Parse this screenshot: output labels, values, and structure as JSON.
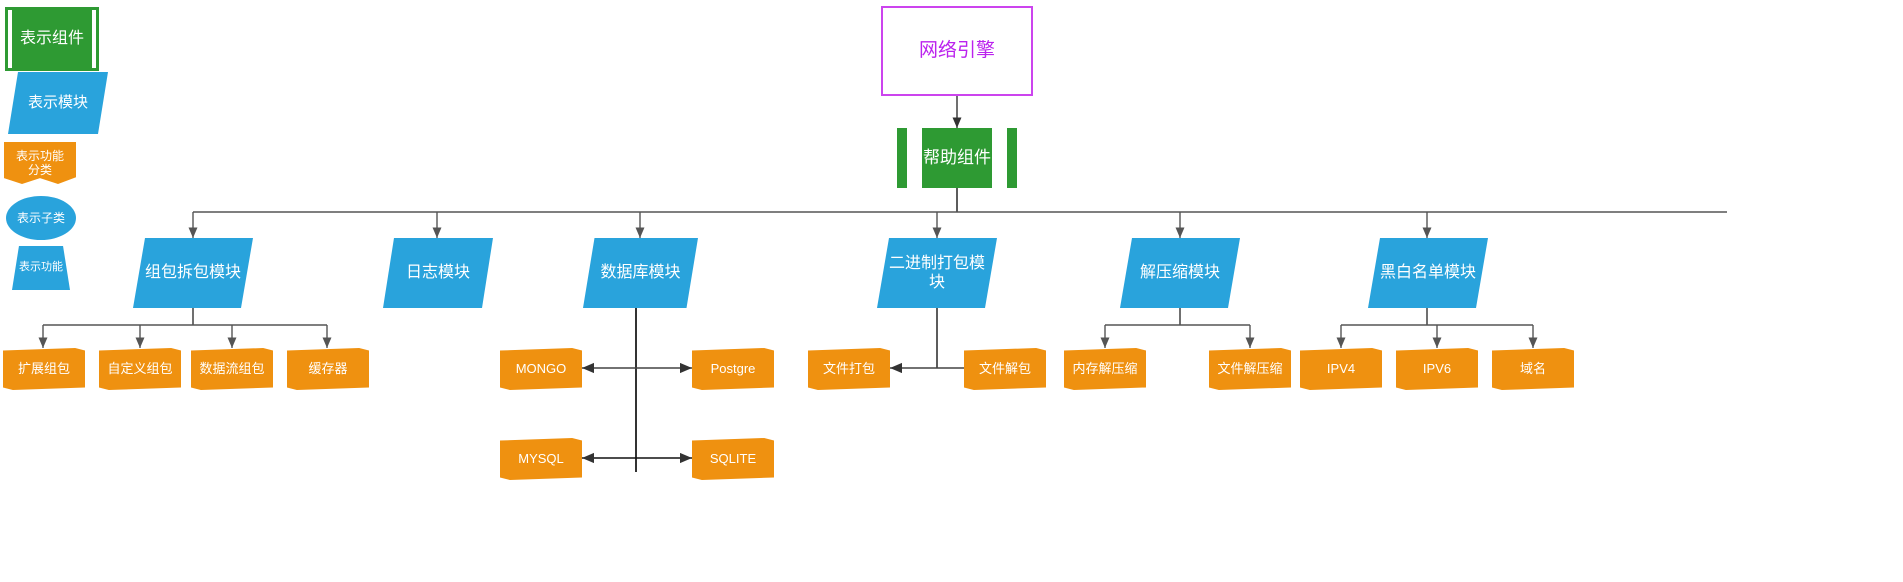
{
  "diagram": {
    "title_node": {
      "label": "网络引擎",
      "color": "#bb22ee",
      "border": "#cc44ee",
      "fill": "#ffffff"
    },
    "root_node": {
      "label": "帮助组件",
      "fill": "#2e9a33"
    },
    "legend": {
      "items": [
        {
          "label": "表示组件",
          "shape": "predefined-process",
          "fill": "#2e9a33"
        },
        {
          "label": "表示模块",
          "shape": "parallelogram",
          "fill": "#29a3dc"
        },
        {
          "label": "表示功能分类",
          "line1": "表示功能",
          "line2": "分类",
          "shape": "document",
          "fill": "#ef9110"
        },
        {
          "label": "表示子类",
          "shape": "ellipse",
          "fill": "#29a3dc"
        },
        {
          "label": "表示功能",
          "shape": "trapezoid",
          "fill": "#29a3dc"
        }
      ]
    },
    "modules": [
      {
        "label": "组包拆包模块",
        "shape": "parallelogram",
        "fill": "#29a3dc",
        "children": [
          {
            "label": "扩展组包",
            "shape": "document",
            "fill": "#ef9110"
          },
          {
            "label": "自定义组包",
            "shape": "document",
            "fill": "#ef9110"
          },
          {
            "label": "数据流组包",
            "shape": "document",
            "fill": "#ef9110"
          },
          {
            "label": "缓存器",
            "shape": "document",
            "fill": "#ef9110"
          }
        ]
      },
      {
        "label": "日志模块",
        "shape": "parallelogram",
        "fill": "#29a3dc",
        "children": []
      },
      {
        "label": "数据库模块",
        "shape": "parallelogram",
        "fill": "#29a3dc",
        "children": [
          {
            "label": "MONGO",
            "shape": "document",
            "fill": "#ef9110"
          },
          {
            "label": "Postgre",
            "shape": "document",
            "fill": "#ef9110"
          },
          {
            "label": "MYSQL",
            "shape": "document",
            "fill": "#ef9110"
          },
          {
            "label": "SQLITE",
            "shape": "document",
            "fill": "#ef9110"
          }
        ]
      },
      {
        "label": "二进制打包模块",
        "shape": "parallelogram",
        "fill": "#29a3dc",
        "children": [
          {
            "label": "文件打包",
            "shape": "document",
            "fill": "#ef9110"
          },
          {
            "label": "文件解包",
            "shape": "document",
            "fill": "#ef9110"
          }
        ]
      },
      {
        "label": "解压缩模块",
        "shape": "parallelogram",
        "fill": "#29a3dc",
        "children": [
          {
            "label": "内存解压缩",
            "shape": "document",
            "fill": "#ef9110"
          },
          {
            "label": "文件解压缩",
            "shape": "document",
            "fill": "#ef9110"
          }
        ]
      },
      {
        "label": "黑白名单模块",
        "shape": "parallelogram",
        "fill": "#29a3dc",
        "children": [
          {
            "label": "IPV4",
            "shape": "document",
            "fill": "#ef9110"
          },
          {
            "label": "IPV6",
            "shape": "document",
            "fill": "#ef9110"
          },
          {
            "label": "域名",
            "shape": "document",
            "fill": "#ef9110"
          }
        ]
      }
    ]
  }
}
